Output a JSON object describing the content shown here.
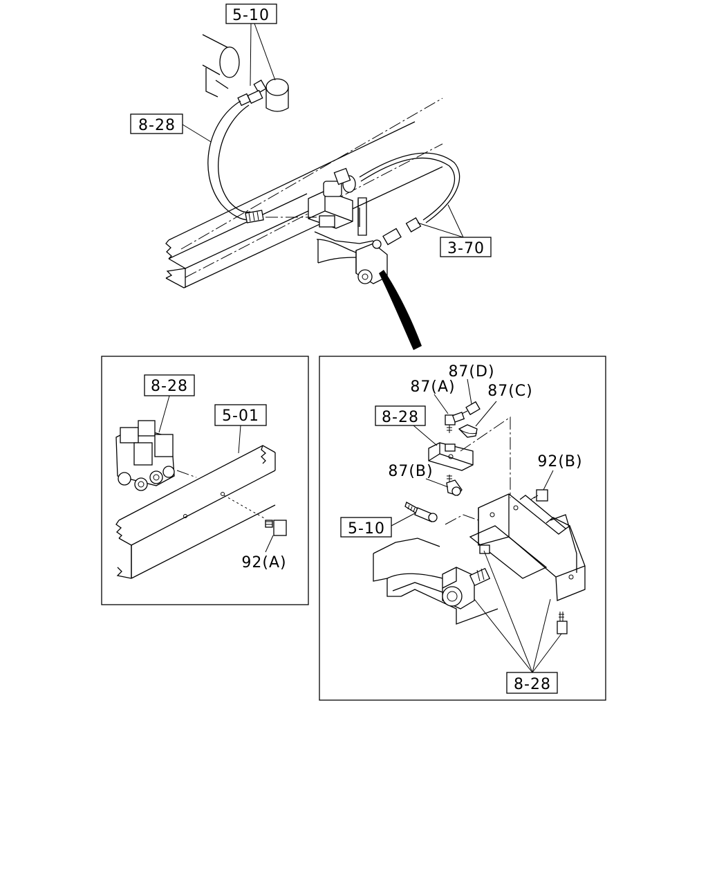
{
  "diagram": {
    "top_view": {
      "callouts": {
        "c_5_10": "5-10",
        "c_8_28": "8-28",
        "c_3_70": "3-70"
      }
    },
    "left_panel": {
      "callouts": {
        "c_8_28": "8-28",
        "c_5_01": "5-01",
        "c_92a": "92(A)"
      }
    },
    "right_panel": {
      "callouts": {
        "c_87d": "87(D)",
        "c_87a": "87(A)",
        "c_87c": "87(C)",
        "c_8_28_upper": "8-28",
        "c_87b": "87(B)",
        "c_92b": "92(B)",
        "c_5_10": "5-10",
        "c_8_28_lower": "8-28"
      }
    }
  }
}
